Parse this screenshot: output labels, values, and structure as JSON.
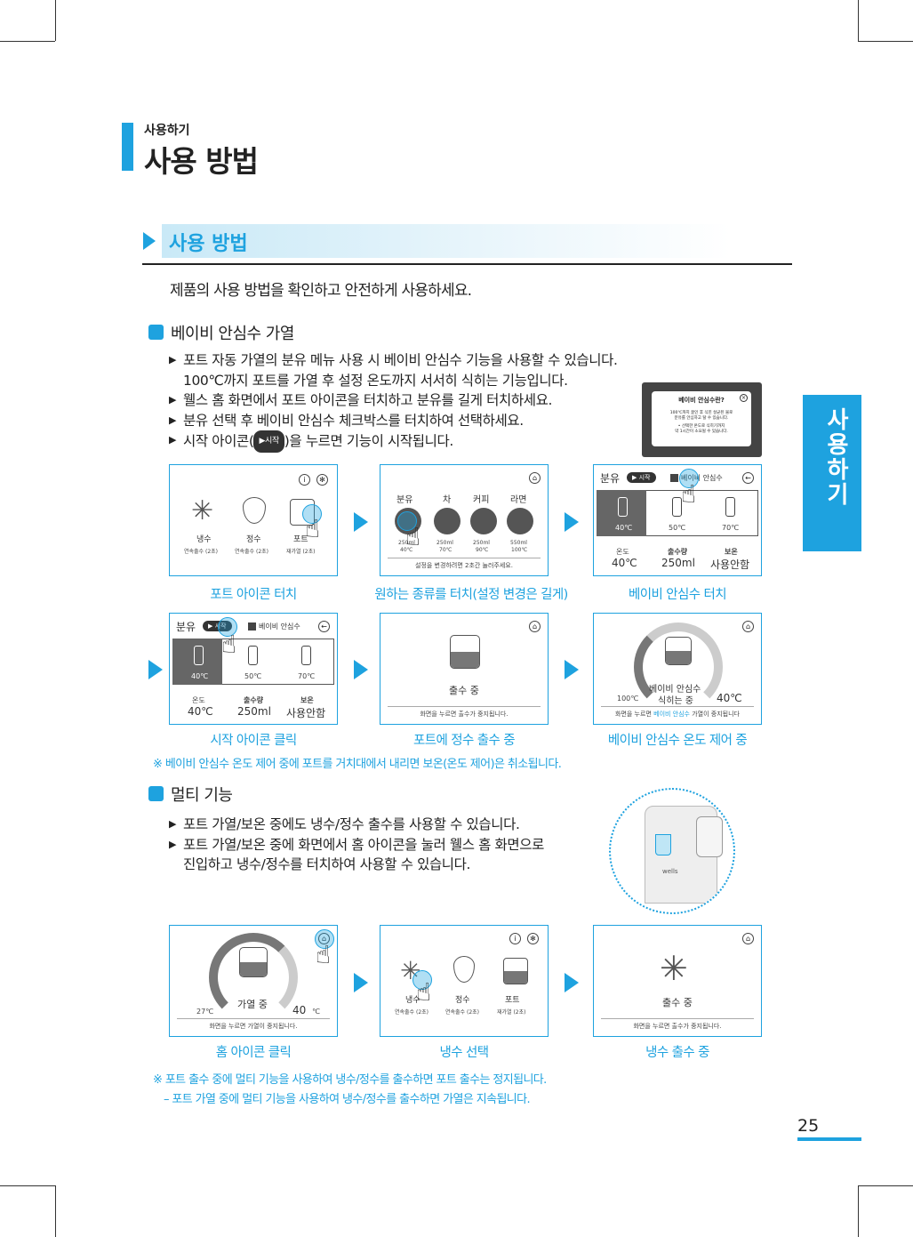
{
  "header": {
    "section_small": "사용하기",
    "section_big": "사용 방법"
  },
  "band_title": "사용 방법",
  "intro": "제품의 사용 방법을 확인하고 안전하게 사용하세요.",
  "side_tab": "사용하기",
  "baby": {
    "title": "베이비 안심수 가열",
    "bullet1": "포트 자동 가열의 분유 메뉴 사용 시 베이비 안심수 기능을 사용할 수 있습니다.",
    "bullet1_cont": "100℃까지 포트를 가열 후 설정 온도까지 서서히 식히는 기능입니다.",
    "bullet2": "웰스 홈 화면에서 포트 아이콘을 터치하고 분유를 길게 터치하세요.",
    "bullet3": "분유 선택 후 베이비 안심수 체크박스를 터치하여 선택하세요.",
    "bullet4_a": "시작 아이콘(",
    "bullet4_btn": "▶시작",
    "bullet4_b": ")을 누르면 기능이 시작됩니다.",
    "popup": {
      "title": "베이비 안심수란?",
      "line1": "100℃까지 끓인 후 식힌 살균된 물로",
      "line2": "분유를 안심하고 탈 수 있습니다.",
      "line3": "• 선택한 온도로 식히기까지",
      "line4": "약 1시간이 소요될 수 있습니다."
    },
    "captions": [
      "포트 아이콘 터치",
      "원하는 종류를 터치(설정 변경은 길게)",
      "베이비 안심수 터치",
      "시작 아이콘 클릭",
      "포트에 정수 출수 중",
      "베이비 안심수 온도 제어 중"
    ],
    "note": "※ 베이비 안심수 온도 제어 중에 포트를 거치대에서 내리면 보온(온도 제어)은 취소됩니다."
  },
  "panels": {
    "home": {
      "items": [
        "냉수",
        "정수",
        "포트"
      ],
      "subs": [
        "연속출수 (2초)",
        "연속출수 (2초)",
        "재가열 (2초)"
      ]
    },
    "menu": {
      "items": [
        "분유",
        "차",
        "커피",
        "라면"
      ],
      "vol": [
        "250ml",
        "250ml",
        "250ml",
        "550ml"
      ],
      "temp": [
        "40℃",
        "70℃",
        "90℃",
        "100℃"
      ],
      "footer": "설정을 변경하려면 2초간 눌러주세요."
    },
    "formula": {
      "label": "분유",
      "start": "▶ 시작",
      "check": "베이비 안심수",
      "temps": [
        "40℃",
        "50℃",
        "70℃"
      ],
      "k1": "온도",
      "v1": "40℃",
      "k2": "출수량",
      "v2": "250ml",
      "k3": "보온",
      "v3": "사용안함"
    },
    "dispensing": {
      "label": "출수 중",
      "footer": "화면을 누르면 출수가 중지됩니다."
    },
    "cooling": {
      "label1": "베이비 안심수",
      "label2": "식히는 중",
      "from": "100℃",
      "to": "40℃",
      "footer_a": "화면을 누르면",
      "footer_b": "베이비 안심수",
      "footer_c": "가열이 중지됩니다"
    },
    "heating": {
      "label": "가열 중",
      "from": "27℃",
      "to": "40",
      "unit": "℃",
      "footer": "화면을 누르면 가열이 중지됩니다."
    }
  },
  "multi": {
    "title": "멀티 기능",
    "bullet1": "포트 가열/보온 중에도 냉수/정수 출수를 사용할 수 있습니다.",
    "bullet2": "포트 가열/보온 중에 화면에서 홈 아이콘을 눌러 웰스 홈 화면으로",
    "bullet2_cont": "진입하고 냉수/정수를 터치하여 사용할 수 있습니다.",
    "brand": "wells",
    "captions": [
      "홈 아이콘 클릭",
      "냉수 선택",
      "냉수 출수 중"
    ],
    "note1": "※ 포트 출수 중에 멀티 기능을 사용하여 냉수/정수를 출수하면 포트 출수는 정지됩니다.",
    "note2": "– 포트 가열 중에 멀티 기능을 사용하여 냉수/정수를 출수하면 가열은 지속됩니다."
  },
  "page_number": "25"
}
